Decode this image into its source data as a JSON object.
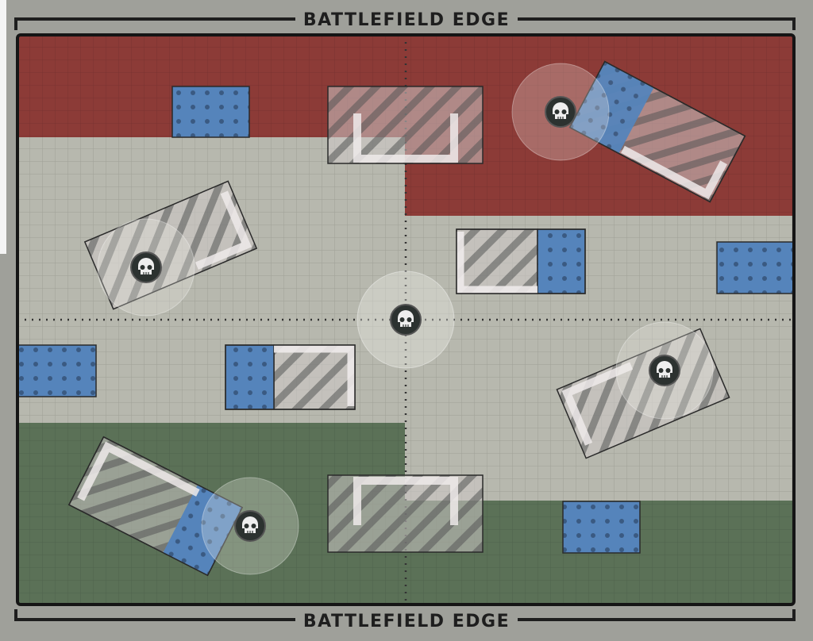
{
  "map": {
    "top_edge_label": "BATTLEFIELD EDGE",
    "bottom_edge_label": "BATTLEFIELD EDGE",
    "zones": [
      {
        "name": "red-deployment-zone",
        "color": "#8c3b37"
      },
      {
        "name": "no-mans-land",
        "color": "#b7b8ae"
      },
      {
        "name": "green-deployment-zone",
        "color": "#5b7157"
      }
    ],
    "terrain_colors": {
      "ruin_stripes": "#6a6a6a",
      "wall": "#e8e6e6",
      "blue_dots": "#5584bb"
    },
    "objective_markers": 5,
    "objective_icon": "skull-icon"
  }
}
